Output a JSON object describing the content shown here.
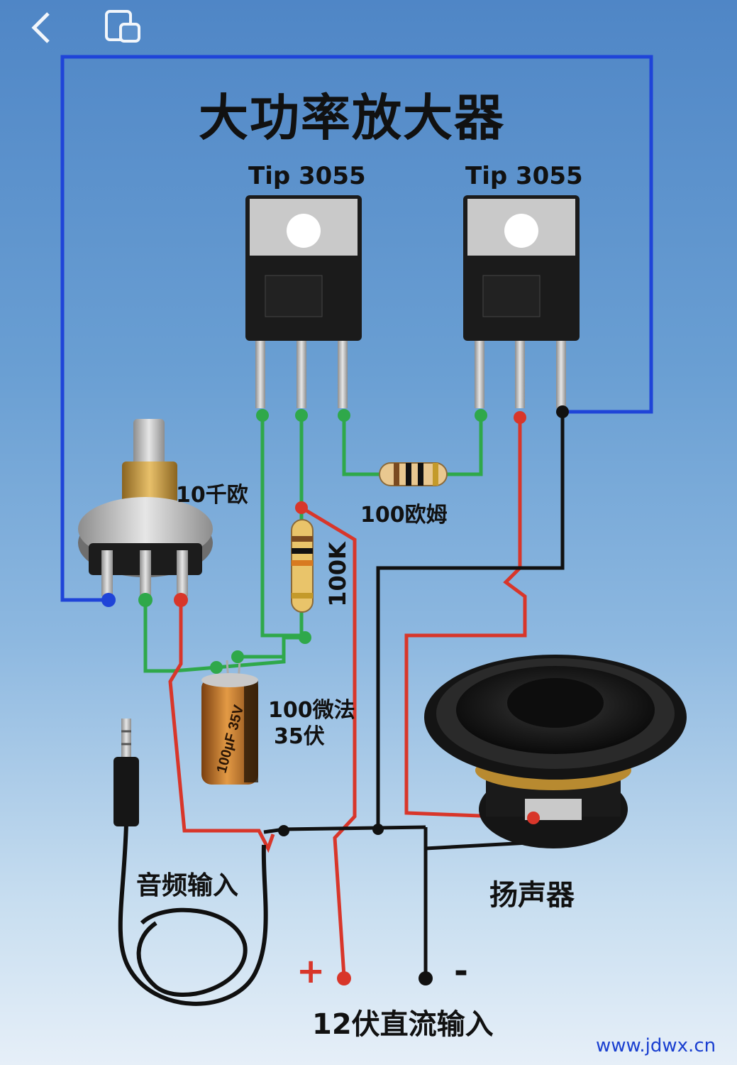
{
  "title": "大功率放大器",
  "transistors": [
    {
      "label": "Tip 3055"
    },
    {
      "label": "Tip 3055"
    }
  ],
  "components": {
    "potentiometer": "10千欧",
    "resistor_base": "100欧姆",
    "resistor_feedback": "100K",
    "capacitor_value": "100微法",
    "capacitor_voltage": "35伏",
    "capacitor_print": "100µF 35V"
  },
  "io": {
    "audio_input": "音频输入",
    "speaker": "扬声器",
    "power_input": "12伏直流输入",
    "plus_sign": "+",
    "minus_sign": "-"
  },
  "watermark": "www.jdwx.cn",
  "nav": {
    "back_icon": "back-chevron-icon",
    "window_icon": "window-switch-icon"
  },
  "colors": {
    "wire_blue": "#1f44d8",
    "wire_green": "#2fa84a",
    "wire_red": "#d8362a",
    "wire_black": "#111111"
  }
}
